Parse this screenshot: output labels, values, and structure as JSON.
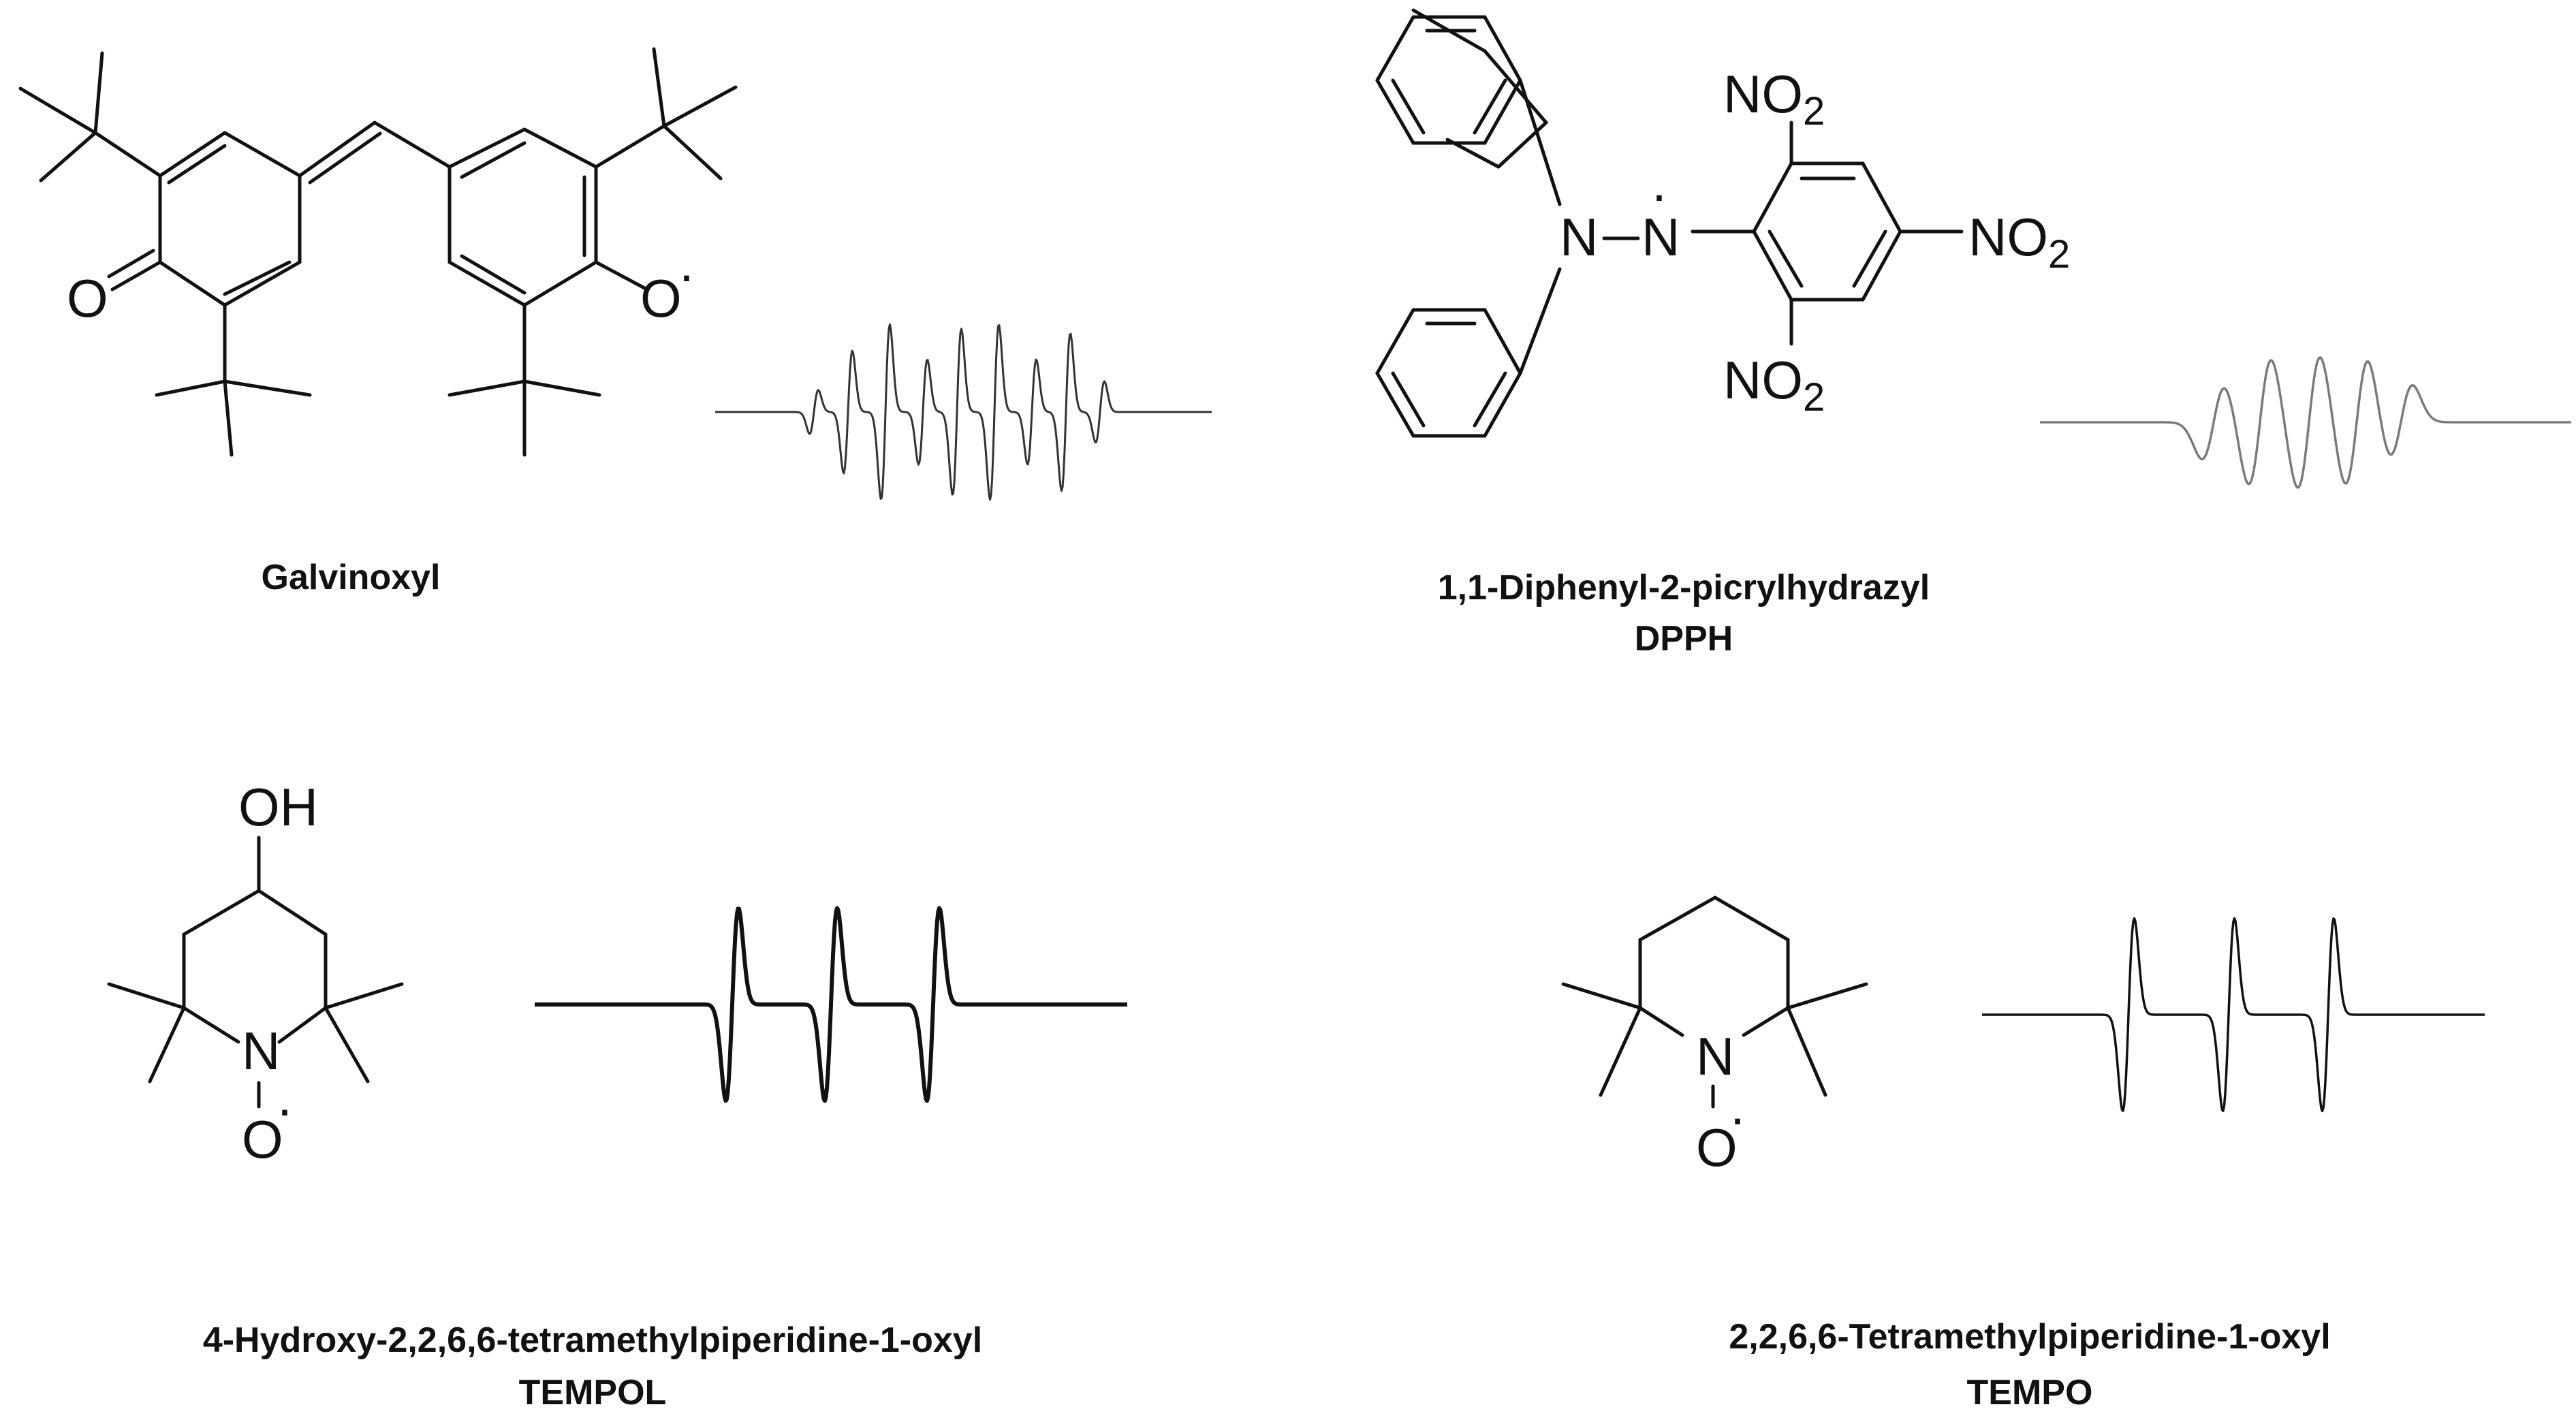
{
  "panels": [
    {
      "id": "galvinoxyl",
      "name_lines": [
        "Galvinoxyl"
      ],
      "spectrum_style": "hyperfine multiplet, thin dark trace"
    },
    {
      "id": "dpph",
      "name_lines": [
        "1,1-Diphenyl-2-picrylhydrazyl",
        "DPPH"
      ],
      "atoms": {
        "n_left": "N",
        "n_right": "N",
        "no2_prefix": "NO",
        "no2_subscript": "2"
      },
      "spectrum_style": "five-line, gray trace"
    },
    {
      "id": "tempol",
      "name_lines": [
        "4-Hydroxy-2,2,6,6-tetramethylpiperidine-1-oxyl",
        "TEMPOL"
      ],
      "atoms": {
        "oh": "OH",
        "n": "N",
        "o": "O"
      },
      "spectrum_style": "three-line, bold trace"
    },
    {
      "id": "tempo",
      "name_lines": [
        "2,2,6,6-Tetramethylpiperidine-1-oxyl",
        "TEMPO"
      ],
      "atoms": {
        "n": "N",
        "o": "O"
      },
      "spectrum_style": "three-line, thin trace"
    }
  ],
  "galvinoxyl_atoms": {
    "o_left": "O",
    "o_right": "O"
  },
  "radical_dot": "·",
  "colors": {
    "ink": "#111111",
    "spectrum_gray": "#7a7a7a",
    "background": "#ffffff"
  }
}
